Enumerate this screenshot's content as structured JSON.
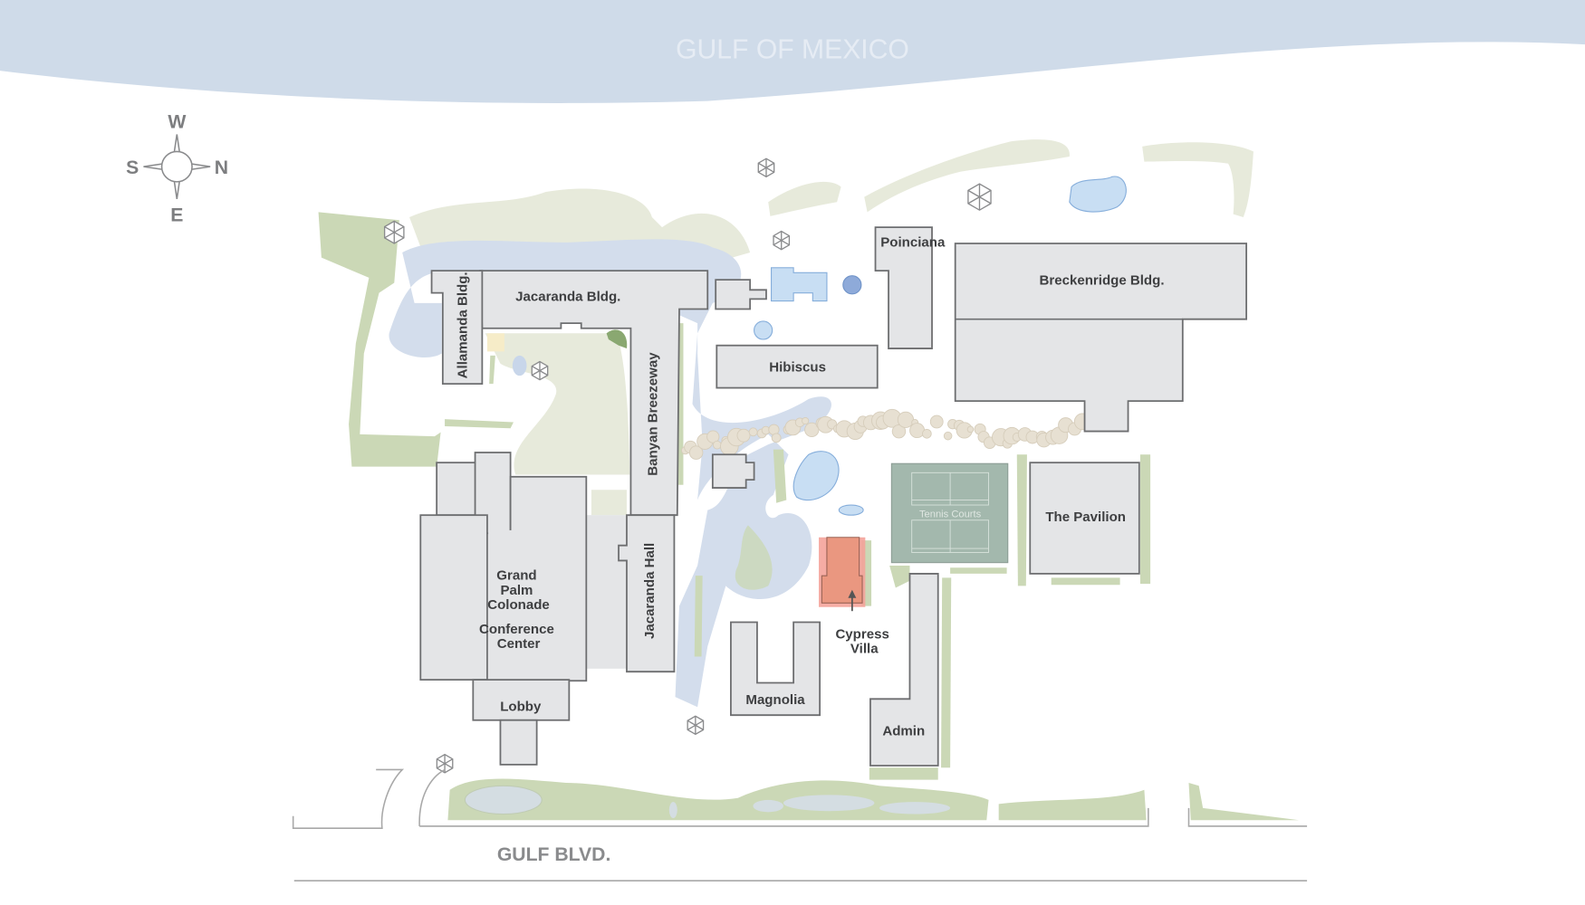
{
  "title": "GULF OF MEXICO",
  "road": "GULF BLVD.",
  "compass": {
    "north": "N",
    "south": "S",
    "east": "E",
    "west": "W"
  },
  "buildings": {
    "jacaranda_bldg": "Jacaranda Bldg.",
    "allamanda_bldg": "Allamanda Bldg.",
    "banyan_breezeway": "Banyan Breezeway",
    "jacaranda_hall": "Jacaranda Hall",
    "grand_palm": [
      "Grand",
      "Palm",
      "Colonade"
    ],
    "conference_center": [
      "Conference",
      "Center"
    ],
    "lobby": "Lobby",
    "magnolia": "Magnolia",
    "admin": "Admin",
    "poinciana": "Poinciana",
    "breckenridge": "Breckenridge Bldg.",
    "hibiscus": "Hibiscus",
    "pavilion": "The Pavilion",
    "tennis_courts": "Tennis Courts",
    "cypress_villa": [
      "Cypress",
      "Villa"
    ]
  },
  "colors": {
    "water": "#cfdbe9",
    "highlight": "#ea9780",
    "courts": "#a3b8ad",
    "building": "#e4e5e7"
  }
}
